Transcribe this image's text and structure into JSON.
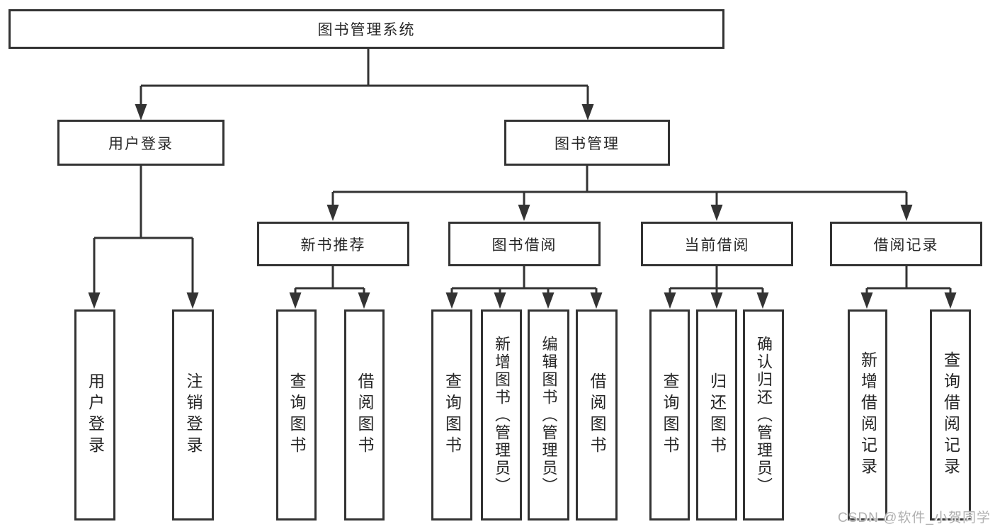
{
  "colors": {
    "background": "#ffffff",
    "line": "#333333",
    "box_border": "#333333",
    "text": "#262626",
    "watermark": "#b0b0b0"
  },
  "watermark": {
    "text": "CSDN @软件_小贺同学"
  },
  "diagram": {
    "root": {
      "label": "图书管理系统"
    },
    "level2": [
      {
        "label": "用户登录"
      },
      {
        "label": "图书管理"
      }
    ],
    "level3": [
      {
        "label": "新书推荐"
      },
      {
        "label": "图书借阅"
      },
      {
        "label": "当前借阅"
      },
      {
        "label": "借阅记录"
      }
    ],
    "level4": {
      "user_login": {
        "label": "用户登录"
      },
      "logout": {
        "label": "注销登录"
      },
      "rec_query_books": {
        "label": "查询图书"
      },
      "rec_borrow_books": {
        "label": "借阅图书"
      },
      "bb_query_books": {
        "label": "查询图书"
      },
      "bb_add_books": {
        "label": "新增图书（管理员）"
      },
      "bb_edit_books": {
        "label": "编辑图书（管理员）"
      },
      "bb_borrow_books": {
        "label": "借阅图书"
      },
      "cb_query_books": {
        "label": "查询图书"
      },
      "cb_return_books": {
        "label": "归还图书"
      },
      "cb_confirm_return": {
        "label": "确认归还（管理员）"
      },
      "br_add_record": {
        "label": "新增借阅记录"
      },
      "br_query_record": {
        "label": "查询借阅记录"
      }
    }
  }
}
